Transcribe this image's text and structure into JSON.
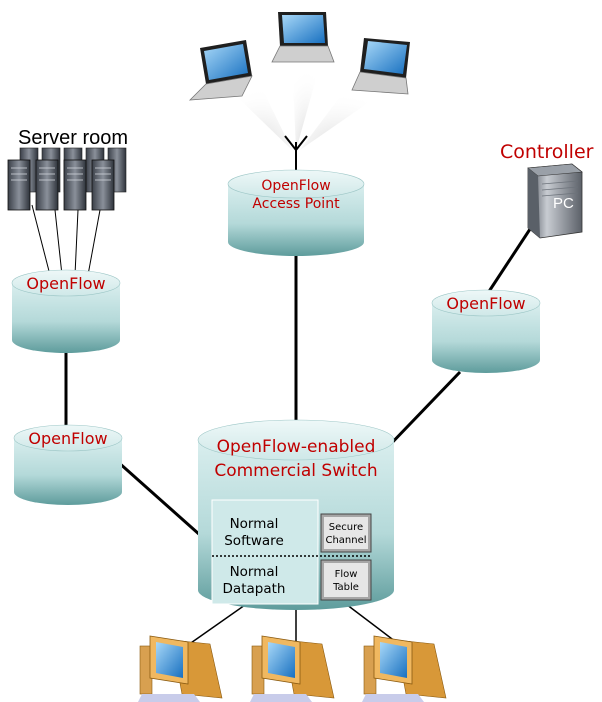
{
  "labels": {
    "server_room": "Server room",
    "controller": "Controller",
    "pc": "PC",
    "access_point_line1": "OpenFlow",
    "access_point_line2": "Access Point",
    "openflow_server": "OpenFlow",
    "openflow_left": "OpenFlow",
    "openflow_right": "OpenFlow",
    "switch_line1": "OpenFlow-enabled",
    "switch_line2": "Commercial Switch",
    "normal_software_line1": "Normal",
    "normal_software_line2": "Software",
    "normal_datapath_line1": "Normal",
    "normal_datapath_line2": "Datapath",
    "secure_channel_line1": "Secure",
    "secure_channel_line2": "Channel",
    "flow_table_line1": "Flow",
    "flow_table_line2": "Table"
  },
  "colors": {
    "cylinder_light": "#d8eeee",
    "cylinder_dark": "#5a9a9a",
    "label_red": "#c00000",
    "inner_box": "#cfe9e9",
    "grey_box": "#a6a6a6",
    "link": "#000000",
    "screen_blue": "#1a7fd0",
    "pc_orange": "#e8a040"
  }
}
